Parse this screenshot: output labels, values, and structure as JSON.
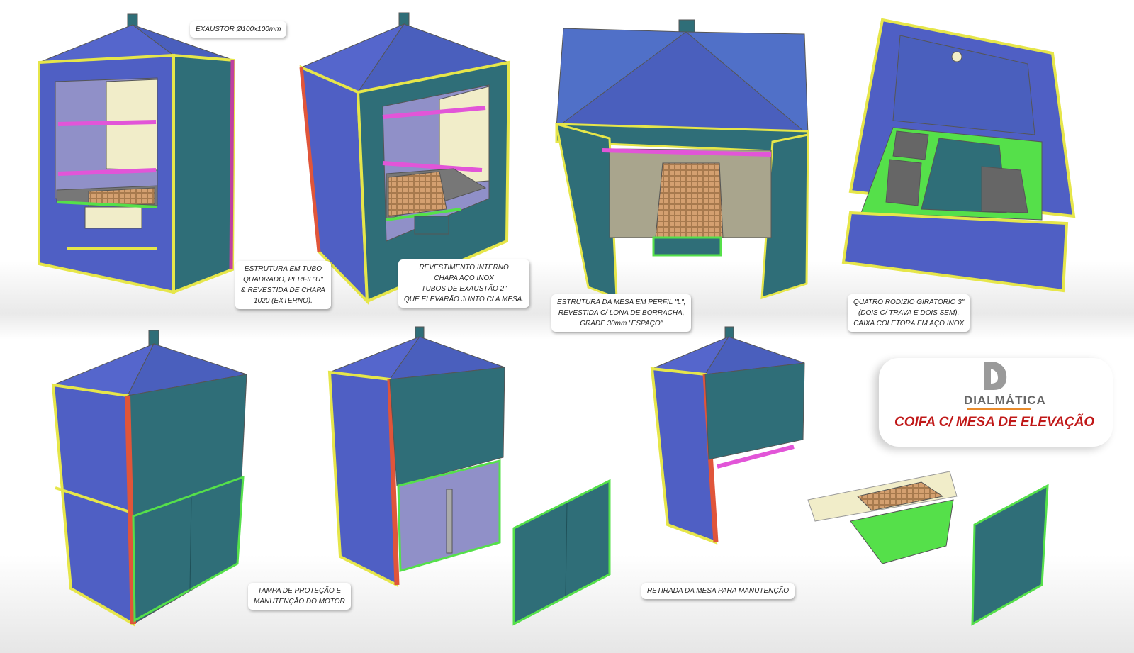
{
  "labels": {
    "exaustor": "EXAUSTOR Ø100x100mm",
    "estrutura": [
      "ESTRUTURA EM TUBO",
      "QUADRADO, PERFIL\"U\"",
      "& REVESTIDA DE CHAPA",
      "1020 (EXTERNO)."
    ],
    "revestimento": [
      "REVESTIMENTO INTERNO",
      "CHAPA  AÇO INOX",
      "TUBOS DE EXAUSTÃO 2\"",
      "QUE ELEVARÃO JUNTO C/ A MESA."
    ],
    "mesa": [
      "ESTRUTURA DA MESA EM PERFIL \"L\",",
      "REVESTIDA C/ LONA DE BORRACHA,",
      "GRADE 30mm \"ESPAÇO\""
    ],
    "rodizio": [
      "QUATRO RODIZIO GIRATORIO 3\"",
      "(DOIS C/ TRAVA  E DOIS SEM),",
      "CAIXA COLETORA EM AÇO INOX"
    ],
    "tampa": [
      "TAMPA DE PROTEÇÃO E",
      "MANUTENÇÃO DO MOTOR"
    ],
    "retirada": "RETIRADA DA MESA PARA MANUTENÇÃO"
  },
  "brand": {
    "name": "DIALMÁTICA",
    "title": "COIFA C/ MESA DE ELEVAÇÃO"
  },
  "colors": {
    "blue": "#4f5fc4",
    "teal": "#2f6e78",
    "frame": "#e6e64a",
    "red": "#e0553a",
    "magenta": "#e255d8",
    "cream": "#f1edc9",
    "green": "#55e04a"
  }
}
